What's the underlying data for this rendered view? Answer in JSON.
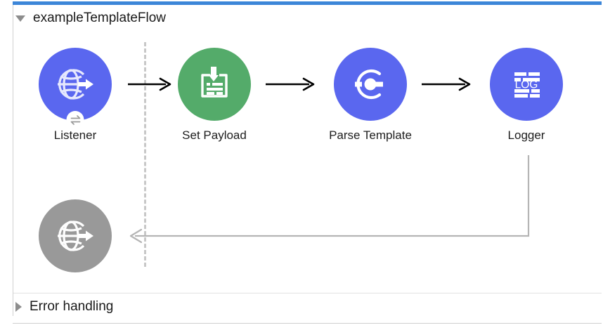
{
  "flow": {
    "title": "exampleTemplateFlow",
    "expanded": true,
    "toggle_icon": "triangle-down-icon",
    "accent_color": "#3c86d8"
  },
  "error_section": {
    "title": "Error handling",
    "expanded": false,
    "toggle_icon": "triangle-right-icon"
  },
  "nodes": [
    {
      "id": "listener",
      "label": "Listener",
      "icon": "http-listener-globe-arrow-icon",
      "color": "#5a67ef",
      "badge_icon": "exchange-arrows-icon",
      "enabled": true
    },
    {
      "id": "set-payload",
      "label": "Set Payload",
      "icon": "set-payload-document-icon",
      "color": "#54ab6a",
      "enabled": true
    },
    {
      "id": "parse-template",
      "label": "Parse Template",
      "icon": "parse-template-icon",
      "color": "#5a67ef",
      "enabled": true
    },
    {
      "id": "logger",
      "label": "Logger",
      "icon": "logger-log-icon",
      "icon_text": "LOG",
      "color": "#5a67ef",
      "enabled": true
    },
    {
      "id": "error-response",
      "label": "",
      "icon": "http-listener-globe-arrow-icon",
      "color": "#999999",
      "enabled": false
    }
  ],
  "connectors": [
    {
      "id": "listener-to-set-payload",
      "from": "listener",
      "to": "set-payload",
      "style": "solid-arrow",
      "color": "#000000"
    },
    {
      "id": "set-payload-to-parse-template",
      "from": "set-payload",
      "to": "parse-template",
      "style": "solid-arrow",
      "color": "#000000"
    },
    {
      "id": "parse-template-to-logger",
      "from": "parse-template",
      "to": "logger",
      "style": "solid-arrow",
      "color": "#000000"
    },
    {
      "id": "logger-to-error-response",
      "from": "logger",
      "to": "error-response",
      "style": "return-path-arrow",
      "color": "#b5b5b5"
    }
  ],
  "separator": {
    "id": "source-separator",
    "style": "dashed-vertical",
    "color": "#c8c8c8"
  }
}
